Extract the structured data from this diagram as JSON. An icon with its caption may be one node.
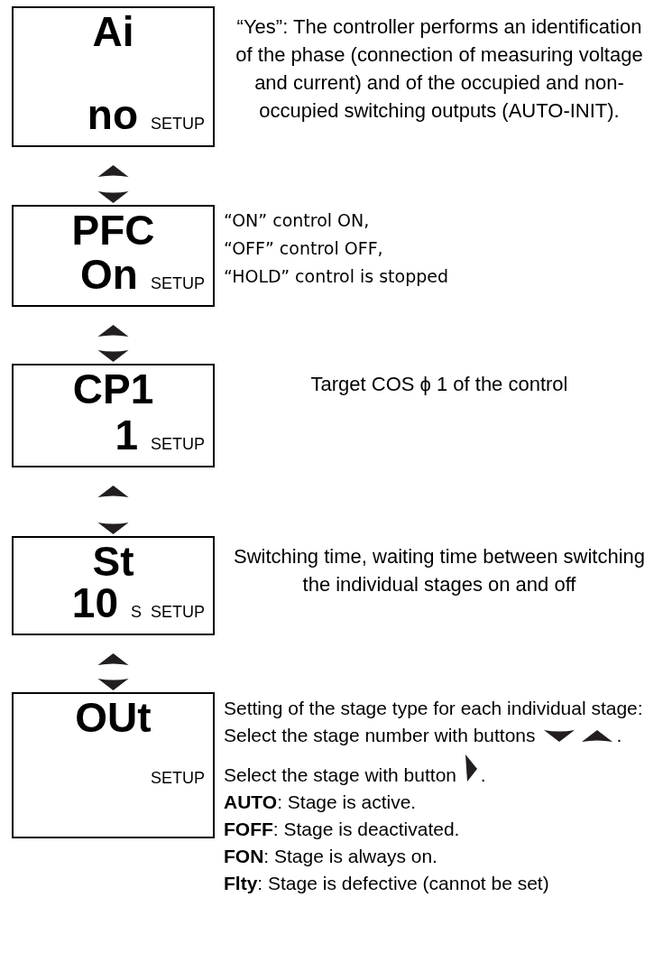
{
  "diagram": {
    "nodes": [
      {
        "text": [
          "Ai",
          "no",
          "SETUP"
        ],
        "beside": [
          "“Yes”: The controller performs an identification of the phase (connection of measuring voltage and current) and of the occupied and non-occupied switching outputs (AUTO-INIT)."
        ]
      },
      {
        "text": [
          "PFC",
          "On",
          "SETUP"
        ],
        "beside": [
          "“ON” control ON,",
          "“OFF” control OFF,",
          "“HOLD” control is stopped"
        ]
      },
      {
        "text": [
          "CP1",
          "1",
          "SETUP"
        ]
      },
      {
        "text": [
          "St",
          "10",
          "S",
          "SETUP"
        ],
        "beside": [
          "Switching time, waiting time between switching the individual stages on and off"
        ]
      },
      {
        "text": [
          "OUt",
          "SETUP"
        ],
        "beside": [
          "Setting of the stage type for each individual stage:",
          "Select the stage number with buttons",
          ".",
          "Select the stage with button",
          ".",
          "**AUTO**: Stage is active.",
          "**FOFF**: Stage is deactivated.",
          "**FON**: Stage is always on.",
          "**Flty**: Stage is defective (cannot be set)"
        ]
      }
    ],
    "edges": [
      {
        "from": 0,
        "to": 1,
        "arrow": "both"
      },
      {
        "from": 1,
        "to": 2,
        "arrow": "both"
      },
      {
        "from": 2,
        "to": 3,
        "arrow": "both"
      },
      {
        "from": 3,
        "to": 4,
        "arrow": "both"
      }
    ],
    "labels": [
      "Target COS ϕ 1 of the control"
    ]
  }
}
